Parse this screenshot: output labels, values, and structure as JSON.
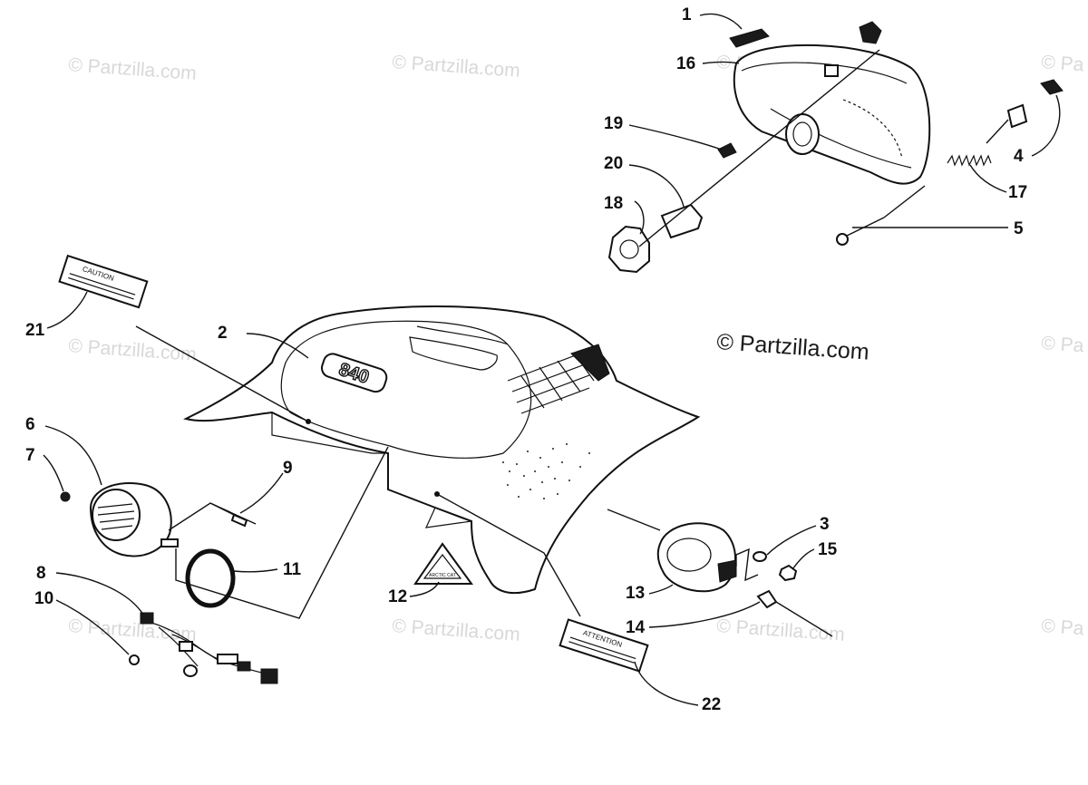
{
  "watermark": {
    "faint_text": "© Partzilla.com",
    "faint_text_partial": "© Pa",
    "main_text": "© Partzilla.com"
  },
  "decals": {
    "caution": "CAUTION",
    "attention": "ATTENTION",
    "hood_emblem": "840",
    "triangle_logo": "ARCTIC CAT"
  },
  "callouts": [
    "1",
    "2",
    "3",
    "4",
    "5",
    "6",
    "7",
    "8",
    "9",
    "10",
    "11",
    "12",
    "13",
    "14",
    "15",
    "16",
    "17",
    "18",
    "19",
    "20",
    "21",
    "22"
  ]
}
